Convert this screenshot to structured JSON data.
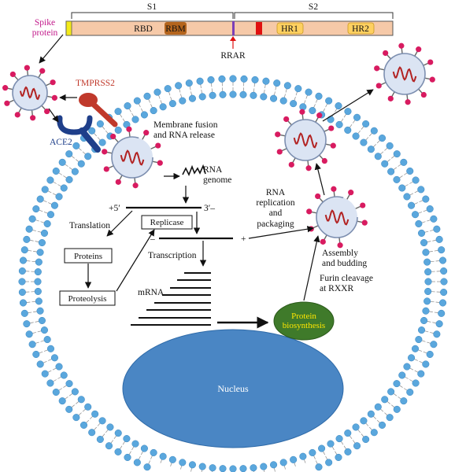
{
  "spike_bar": {
    "label_line1": "Spike",
    "label_line2": "protein",
    "s1": "S1",
    "s2": "S2",
    "rbd": "RBD",
    "rbm": "RBM",
    "hr1": "HR1",
    "hr2": "HR2",
    "rrar": "RRAR"
  },
  "receptors": {
    "tmprss2": "TMPRSS2",
    "ace2": "ACE2"
  },
  "steps": {
    "fusion_line1": "Membrane fusion",
    "fusion_line2": "and RNA release",
    "rna_genome_line1": "RNA",
    "rna_genome_line2": "genome",
    "plus5": "+5′",
    "minus3": "3′–",
    "minus": "–",
    "plus": "+",
    "translation": "Translation",
    "replicase": "Replicase",
    "proteins": "Proteins",
    "proteolysis": "Proteolysis",
    "transcription": "Transcription",
    "mrna": "mRNA",
    "rna_rep_line1": "RNA",
    "rna_rep_line2": "replication",
    "rna_rep_line3": "and",
    "rna_rep_line4": "packaging",
    "assembly_line1": "Assembly",
    "assembly_line2": "and budding",
    "furin_line1": "Furin cleavage",
    "furin_line2": "at RXXR",
    "protein_bio_line1": "Protein",
    "protein_bio_line2": "biosynthesis",
    "nucleus": "Nucleus"
  },
  "colors": {
    "spike_bar": "#f6c9a8",
    "rbm": "#b5651d",
    "hr_box": "#ffd060",
    "cleavage_purple": "#7b3fb8",
    "cleavage_red": "#e01010",
    "membrane": "#5aa7dd",
    "nucleus": "#4a86c4",
    "protein_bio": "#3f7a2a",
    "tmprss2": "#c0392b",
    "ace2": "#1f3f8a",
    "virion_spike": "#d81b60",
    "virion_rna": "#b22222"
  }
}
